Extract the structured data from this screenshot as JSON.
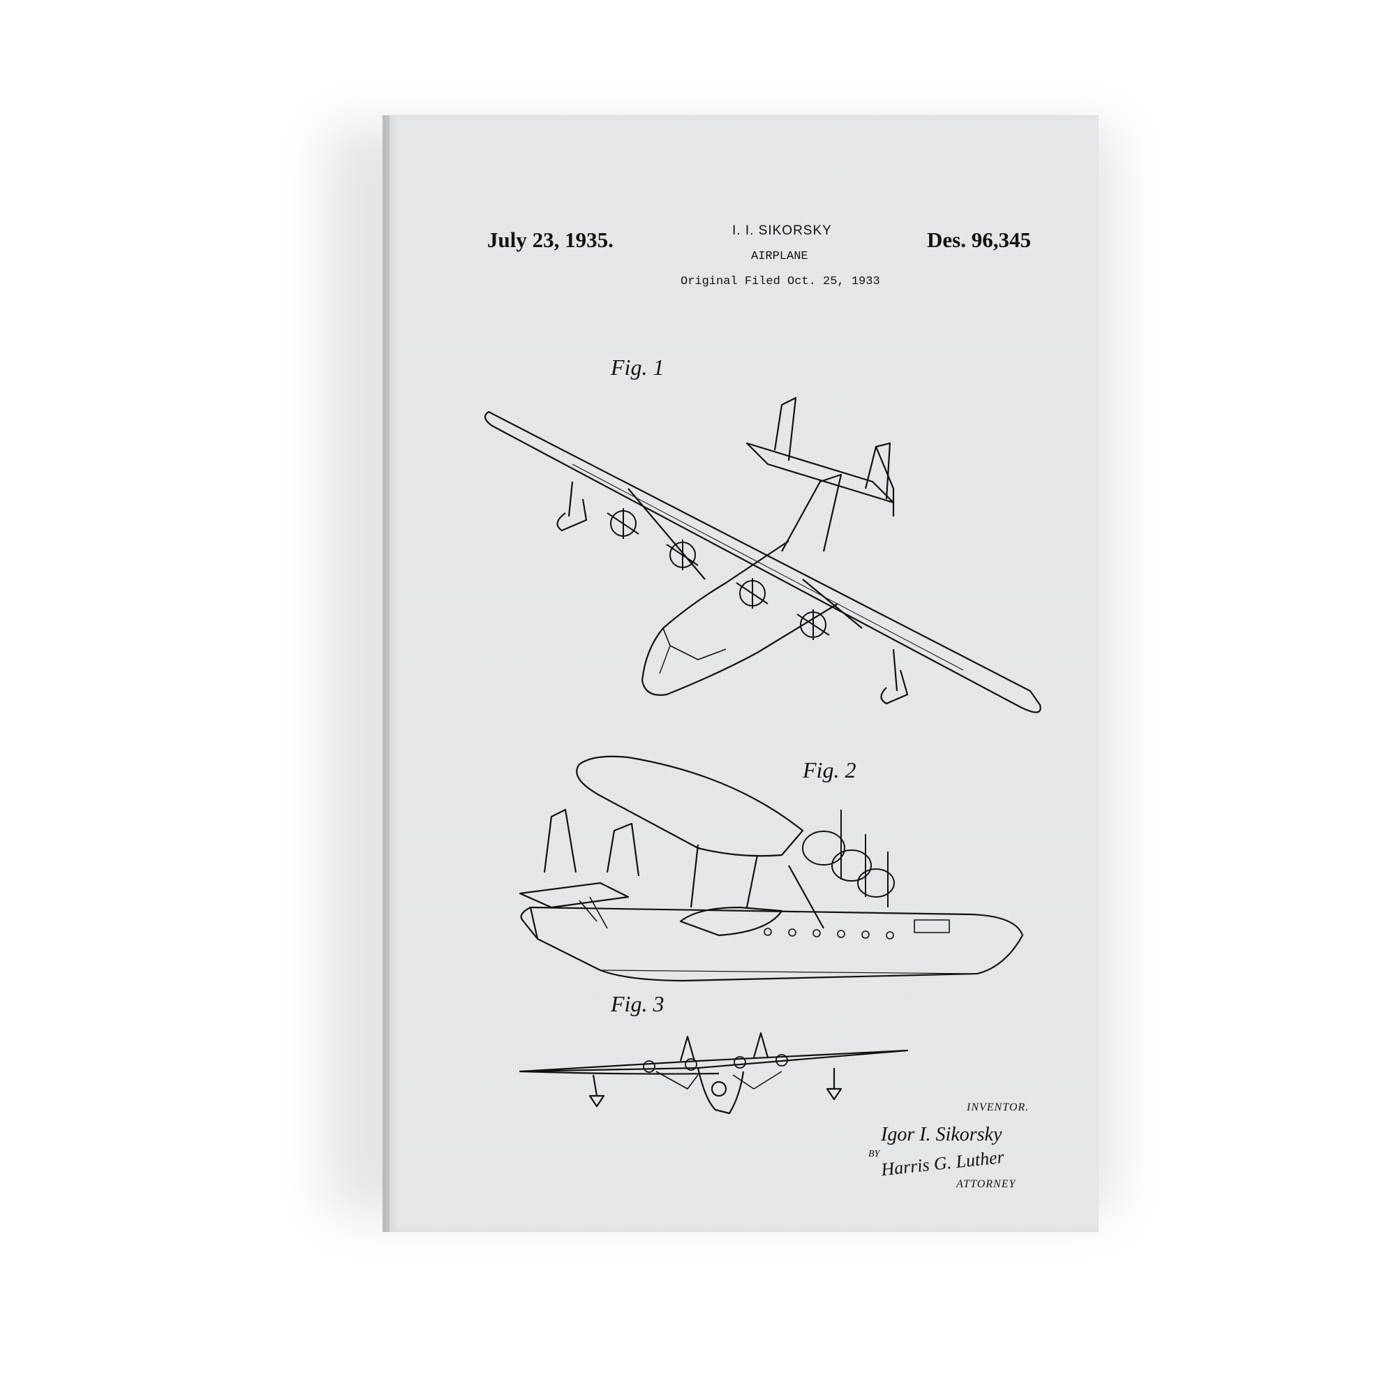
{
  "patent": {
    "date": "July 23, 1935.",
    "inventor_header": "I. I. SIKORSKY",
    "title": "AIRPLANE",
    "filed": "Original Filed Oct. 25, 1933",
    "number": "Des. 96,345"
  },
  "figures": {
    "fig1": "Fig. 1",
    "fig2": "Fig. 2",
    "fig3": "Fig. 3"
  },
  "signature": {
    "inventor_label": "INVENTOR.",
    "inventor_name": "Igor I. Sikorsky",
    "by": "BY",
    "attorney_name": "Harris G. Luther",
    "attorney_label": "ATTORNEY"
  },
  "colors": {
    "canvas": "#e9eaec",
    "ink": "#111111",
    "background": "#ffffff"
  }
}
